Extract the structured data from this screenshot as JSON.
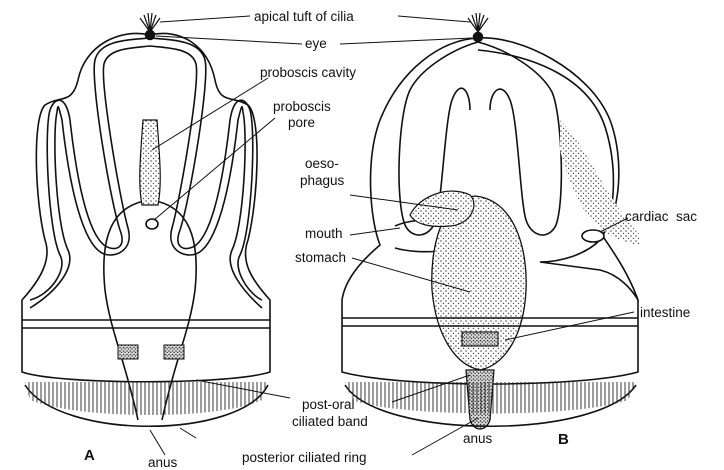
{
  "figure": {
    "panel_a": "A",
    "panel_b": "B"
  },
  "labels": {
    "apical_tuft": "apical tuft of cilia",
    "eye": "eye",
    "proboscis_cavity": "proboscis cavity",
    "proboscis_pore_1": "proboscis",
    "proboscis_pore_2": "pore",
    "oesophagus_1": "oeso-",
    "oesophagus_2": "phagus",
    "mouth": "mouth",
    "stomach": "stomach",
    "cardiac_sac": "cardiac  sac",
    "intestine": "intestine",
    "post_oral_1": "post-oral",
    "post_oral_2": "ciliated band",
    "anus_a": "anus",
    "anus_b": "anus",
    "posterior_ring": "posterior ciliated ring"
  },
  "colors": {
    "ink": "#111111",
    "stipple": "#555555",
    "background": "#ffffff"
  }
}
